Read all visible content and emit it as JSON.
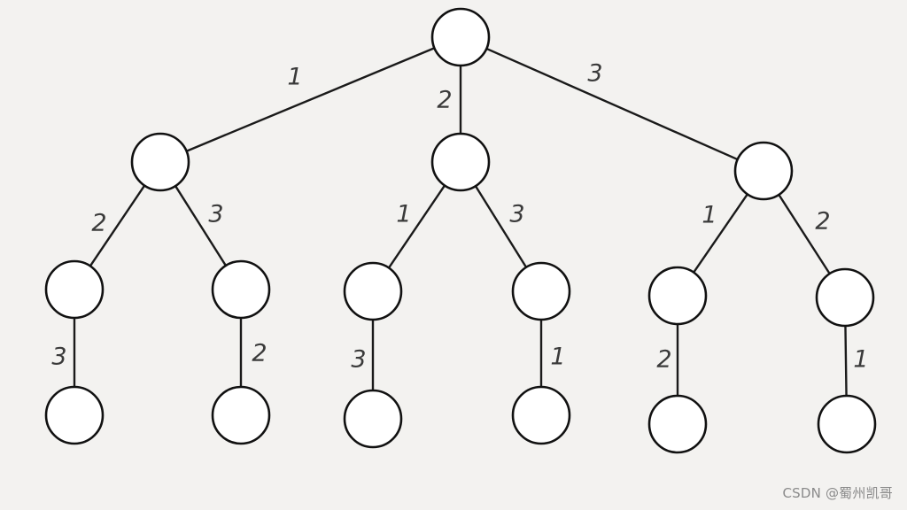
{
  "tree": {
    "nodes": [
      {
        "id": "root"
      },
      {
        "id": "n1"
      },
      {
        "id": "n2"
      },
      {
        "id": "n3"
      },
      {
        "id": "n12"
      },
      {
        "id": "n13"
      },
      {
        "id": "n21"
      },
      {
        "id": "n23"
      },
      {
        "id": "n31"
      },
      {
        "id": "n32"
      },
      {
        "id": "n123"
      },
      {
        "id": "n132"
      },
      {
        "id": "n213"
      },
      {
        "id": "n231"
      },
      {
        "id": "n312"
      },
      {
        "id": "n321"
      }
    ],
    "edges": [
      {
        "from": "root",
        "to": "n1",
        "label": "1"
      },
      {
        "from": "root",
        "to": "n2",
        "label": "2"
      },
      {
        "from": "root",
        "to": "n3",
        "label": "3"
      },
      {
        "from": "n1",
        "to": "n12",
        "label": "2"
      },
      {
        "from": "n1",
        "to": "n13",
        "label": "3"
      },
      {
        "from": "n2",
        "to": "n21",
        "label": "1"
      },
      {
        "from": "n2",
        "to": "n23",
        "label": "3"
      },
      {
        "from": "n3",
        "to": "n31",
        "label": "1"
      },
      {
        "from": "n3",
        "to": "n32",
        "label": "2"
      },
      {
        "from": "n12",
        "to": "n123",
        "label": "3"
      },
      {
        "from": "n13",
        "to": "n132",
        "label": "2"
      },
      {
        "from": "n21",
        "to": "n213",
        "label": "3"
      },
      {
        "from": "n23",
        "to": "n231",
        "label": "1"
      },
      {
        "from": "n31",
        "to": "n312",
        "label": "2"
      },
      {
        "from": "n32",
        "to": "n321",
        "label": "1"
      }
    ]
  },
  "watermark": "CSDN @蜀州凯哥"
}
